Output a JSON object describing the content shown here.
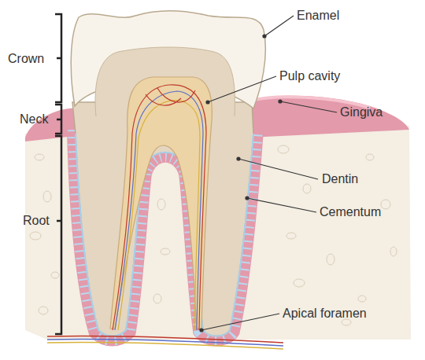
{
  "diagram": {
    "labels": [
      "Crown",
      "Neck",
      "Root",
      "Enamel",
      "Pulp cavity",
      "Gingiva",
      "Dentin",
      "Cementum",
      "Apical foramen"
    ]
  }
}
